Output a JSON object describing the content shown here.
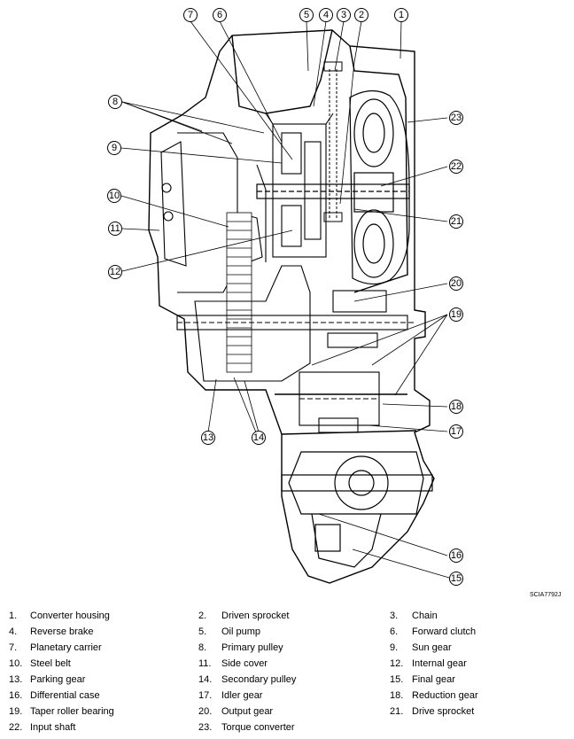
{
  "figure_code": "SCIA7792J",
  "callout_numbers": [
    "1",
    "2",
    "3",
    "4",
    "5",
    "6",
    "7",
    "8",
    "9",
    "10",
    "11",
    "12",
    "13",
    "14",
    "15",
    "16",
    "17",
    "18",
    "19",
    "20",
    "21",
    "22",
    "23"
  ],
  "legend": [
    {
      "num": "1.",
      "label": "Converter housing"
    },
    {
      "num": "2.",
      "label": "Driven sprocket"
    },
    {
      "num": "3.",
      "label": "Chain"
    },
    {
      "num": "4.",
      "label": "Reverse brake"
    },
    {
      "num": "5.",
      "label": "Oil pump"
    },
    {
      "num": "6.",
      "label": "Forward clutch"
    },
    {
      "num": "7.",
      "label": "Planetary carrier"
    },
    {
      "num": "8.",
      "label": "Primary pulley"
    },
    {
      "num": "9.",
      "label": "Sun gear"
    },
    {
      "num": "10.",
      "label": "Steel belt"
    },
    {
      "num": "11.",
      "label": "Side cover"
    },
    {
      "num": "12.",
      "label": "Internal gear"
    },
    {
      "num": "13.",
      "label": "Parking gear"
    },
    {
      "num": "14.",
      "label": "Secondary pulley"
    },
    {
      "num": "15.",
      "label": "Final gear"
    },
    {
      "num": "16.",
      "label": "Differential case"
    },
    {
      "num": "17.",
      "label": "Idler gear"
    },
    {
      "num": "18.",
      "label": "Reduction gear"
    },
    {
      "num": "19.",
      "label": "Taper roller bearing"
    },
    {
      "num": "20.",
      "label": "Output gear"
    },
    {
      "num": "21.",
      "label": "Drive sprocket"
    },
    {
      "num": "22.",
      "label": "Input shaft"
    },
    {
      "num": "23.",
      "label": "Torque converter"
    }
  ]
}
